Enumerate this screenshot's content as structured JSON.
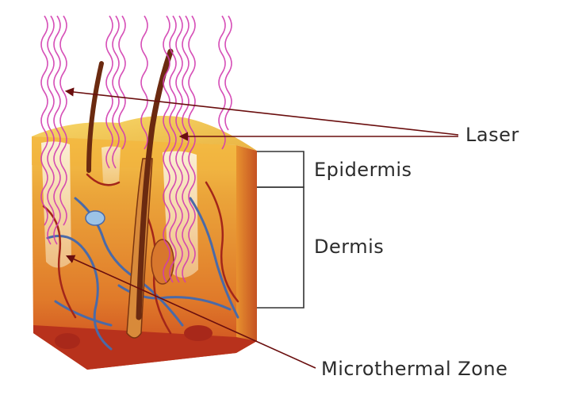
{
  "labels": {
    "laser": "Laser",
    "epidermis": "Epidermis",
    "dermis": "Dermis",
    "microthermal_zone": "Microthermal Zone"
  },
  "colors": {
    "laser_beam": "#d23cb0",
    "skin_top": "#f2c84a",
    "dermis": "#e7a030",
    "base": "#b8321c",
    "vessel": "#4a6aa8",
    "hair": "#6b2a10",
    "arrow": "#6a0e0e"
  }
}
